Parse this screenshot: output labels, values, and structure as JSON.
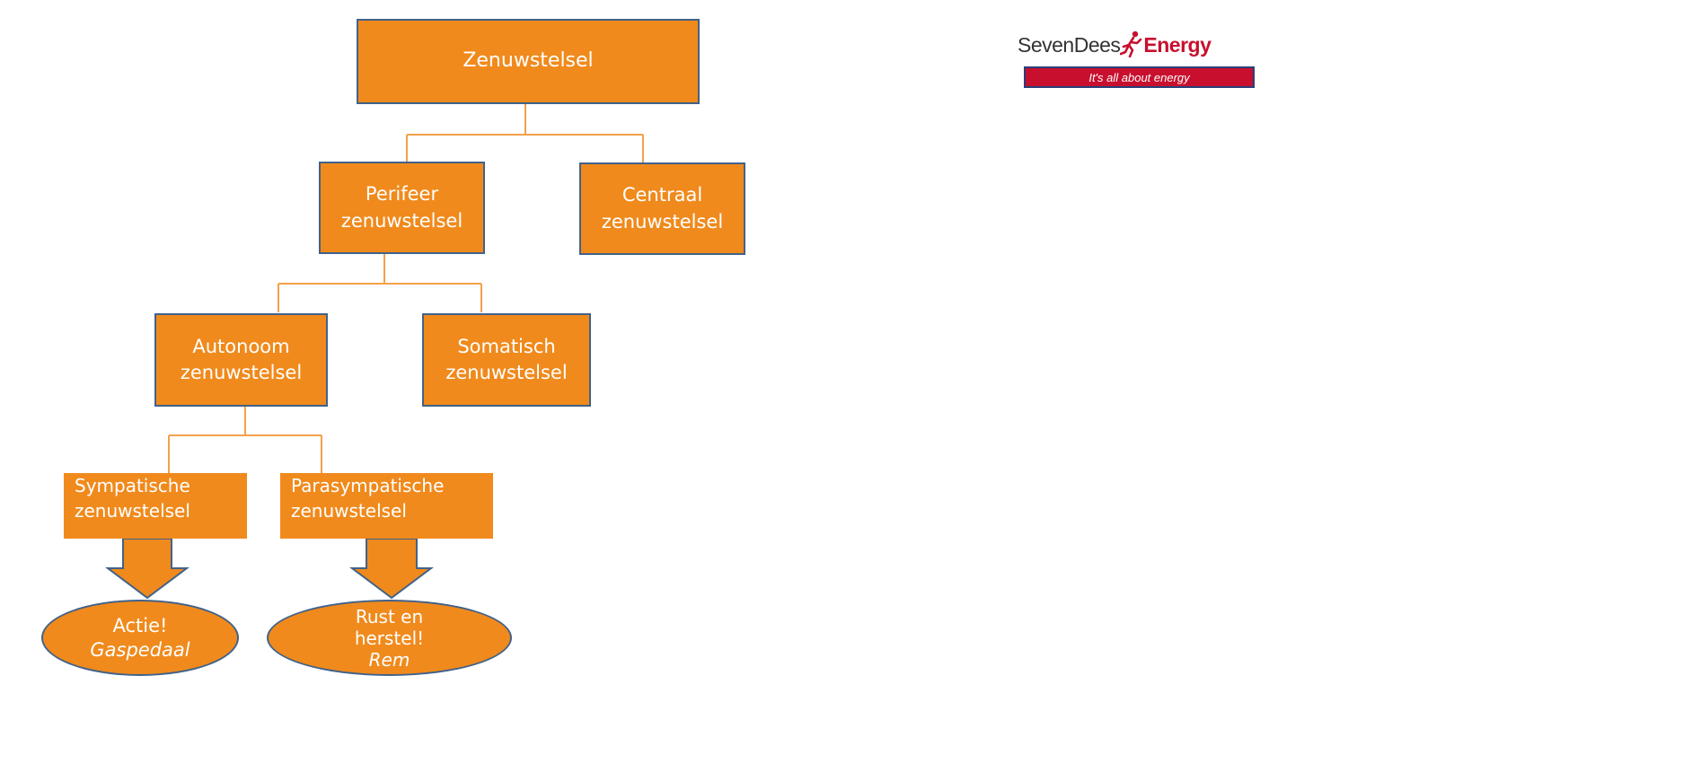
{
  "nodes": {
    "root": "Zenuwstelsel",
    "perifeer": [
      "Perifeer",
      "zenuwstelsel"
    ],
    "centraal": [
      "Centraal",
      "zenuwstelsel"
    ],
    "autonoom": [
      "Autonoom",
      "zenuwstelsel"
    ],
    "somatisch": [
      "Somatisch",
      "zenuwstelsel"
    ],
    "sympatische": [
      "Sympatische",
      "zenuwstelsel"
    ],
    "parasympatische": [
      "Parasympatische",
      "zenuwstelsel"
    ]
  },
  "outcomes": {
    "actie": {
      "line1": "Actie!",
      "line2": "Gaspedaal"
    },
    "rust": {
      "line1": "Rust en",
      "line2": "herstel!",
      "line3": "Rem"
    }
  },
  "logo": {
    "brand_dark": "SevenDees",
    "brand_red": "Energy",
    "tagline": "It's all about energy"
  },
  "colors": {
    "box_fill": "#f08a1c",
    "box_border": "#41628a",
    "connector": "#f4a04a",
    "logo_red": "#c8102e"
  }
}
